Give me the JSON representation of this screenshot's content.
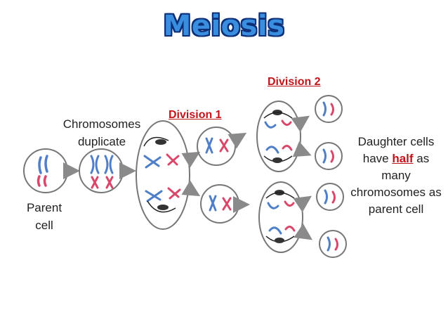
{
  "title": "Meiosis",
  "labels": {
    "chromosomes_duplicate": [
      "Chromosomes",
      "duplicate"
    ],
    "division_1": "Division 1",
    "division_2": "Division 2",
    "parent_cell": [
      "Parent",
      "cell"
    ],
    "daughter": {
      "part1": "Daughter cells have ",
      "highlight": "half",
      "part2": " as many chromosomes as parent cell"
    }
  },
  "colors": {
    "title_fill": "#3a8ee0",
    "title_outline": "#0d2f78",
    "division_label": "#c0151b",
    "chromosome_blue": "#4f7fc6",
    "chromosome_red": "#d9476a",
    "cell_outline": "#777777",
    "arrow": "#8a8a8a"
  }
}
